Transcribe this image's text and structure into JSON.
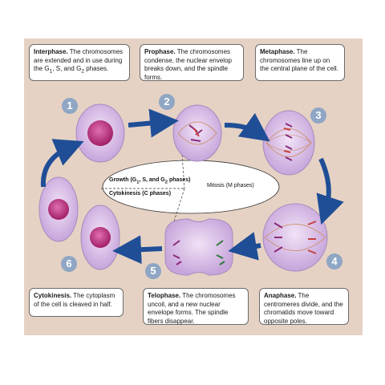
{
  "phases": [
    {
      "title": "Interphase.",
      "text_before": " The chromosomes are extended and in use during the G",
      "sub1": "1",
      "mid1": ", S, and G",
      "sub2": "2",
      "text_after": " phases."
    },
    {
      "title": "Prophase.",
      "text": " The chromosomes condense, the nuclear envelop breaks down, and the spindle forms."
    },
    {
      "title": "Metaphase.",
      "text": " The chromosomes line up on the central plane of the cell."
    },
    {
      "title": "Anaphase.",
      "text": " The centromeres divide, and the chromatids move toward opposite poles."
    },
    {
      "title": "Telophase.",
      "text": " The chromosomes uncoil, and a new nuclear envelope forms. The spindle fibers disappear."
    },
    {
      "title": "Cytokinesis.",
      "text": " The cytoplasm of the cell is cleaved in half."
    }
  ],
  "numbers": [
    "1",
    "2",
    "3",
    "4",
    "5",
    "6"
  ],
  "ellipse": {
    "growth_prefix": "Growth (G",
    "growth_sub1": "1",
    "growth_mid": ", S, and G",
    "growth_sub2": "2",
    "growth_suffix": " phases)",
    "cytokinesis": "Cytokinesis (C phases)",
    "mitosis": "Mitosis (M phases)"
  },
  "colors": {
    "background": "#e6d2c4",
    "arrow": "#1f4e96",
    "number_badge": "#8fa6c4",
    "cell": "#d9b8e8",
    "nucleus": "#b8307a"
  }
}
